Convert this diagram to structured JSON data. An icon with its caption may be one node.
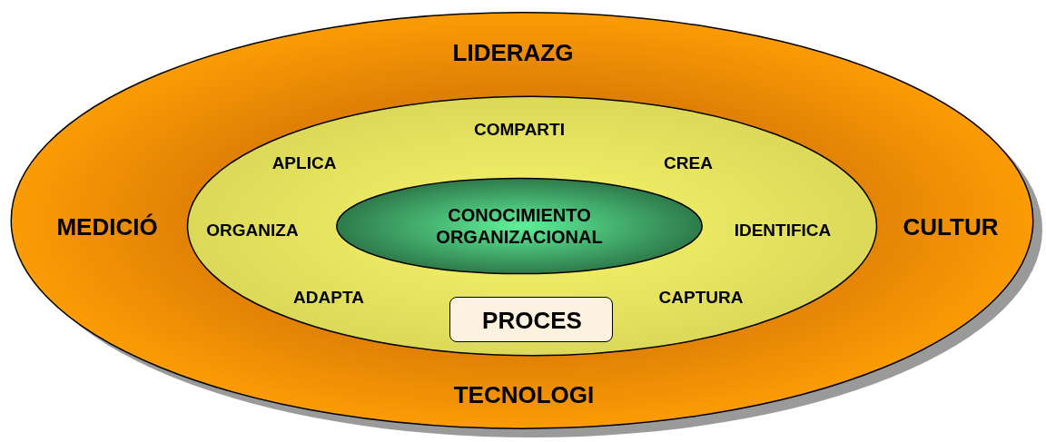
{
  "diagram": {
    "nodes": [
      {
        "text": [
          "LIDERAZG",
          "MEDICIÓ",
          "CULTUR",
          "TECNOLOGI"
        ]
      },
      {
        "text": [
          "COMPARTI",
          "APLICA",
          "CREA",
          "ORGANIZA",
          "IDENTIFICA",
          "ADAPTA",
          "CAPTURA"
        ],
        "in": 0
      },
      {
        "text": [
          "CONOCIMIENTO ORGANIZACIONAL"
        ],
        "in": 1
      },
      {
        "text": [
          "PROCES"
        ],
        "in": 1
      }
    ]
  }
}
